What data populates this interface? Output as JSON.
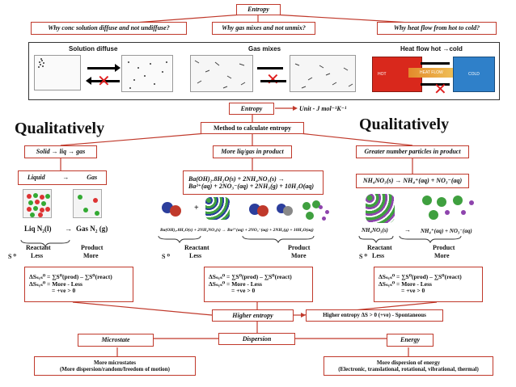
{
  "top": {
    "title": "Entropy",
    "q1": "Why conc solution diffuse and not undiffuse?",
    "q2": "Why gas mixes and not unmix?",
    "q3": "Why  heat flow from hot to cold?"
  },
  "panel": {
    "label1": "Solution diffuse",
    "label2": "Gas mixes",
    "label3": "Heat flow hot →cold",
    "hot": "HOT",
    "cold": "COLD",
    "heat_flow": "HEAT FLOW"
  },
  "unit_row": {
    "entropy": "Entropy",
    "unit": "Unit - J mol⁻¹K⁻¹"
  },
  "qual_left": "Qualitatively",
  "qual_right": "Qualitatively",
  "method": "Method to calculate entropy",
  "cols": {
    "c1_head": "Solid → liq → gas",
    "c2_head": "More liq/gas in product",
    "c3_head": "Greater number particles in product",
    "c1_eq_liquid": "Liquid",
    "c1_eq_arrow": "→",
    "c1_eq_gas": "Gas",
    "c2_eq_line1": "Ba(OH)₂.8H₂O(s) + 2NH₄NO₃(s) →",
    "c2_eq_line2": "Ba²⁺(aq) + 2NO₃⁻(aq) + 2NH₃(g) + 10H₂O(aq)",
    "c3_eq": "NH₄NO₃(s) → NH₄⁺(aq) + NO₃⁻(aq)",
    "c1_liq": "Liq N₂(l)",
    "c1_arrow": "→",
    "c1_gas": "Gas N₂ (g)",
    "c2_reaction": "Ba(OH)₂.8H₂O(s) + 2NH₄NO₃(s) → Ba²⁺(aq) + 2NO₃⁻(aq) + 2NH₃(g) + 10H₂O(aq)",
    "c3_left": "NH₄NO₃(s)",
    "c3_arrow": "→",
    "c3_right": "NH₄⁺(aq) + NO₃⁻(aq)",
    "plus": "+",
    "reactant": "Reactant",
    "product": "Product",
    "s0": "S ⁰",
    "less": "Less",
    "more": "More",
    "formula1": "ΔSₛᵧₛ⁰ = ∑S⁰(prod) – ∑S⁰(react)",
    "formula2": "ΔSₛᵧₛ⁰ =  More  - Less",
    "formula3": "= +ve > 0"
  },
  "higher": "Higher entropy",
  "higher_note": "Higher entropy  ΔS > 0 (+ve) - Spontaneous",
  "dispersion": "Dispersion",
  "microstate": "Microstate",
  "energy": "Energy",
  "micro_desc1": "More microstates",
  "micro_desc2": "(More dispersion/random/freedom of motion)",
  "energy_desc1": "More dispersion of energy",
  "energy_desc2": "(Electronic, translational, rotational, vibrational, thermal)",
  "colors": {
    "accent": "#c0392b",
    "hot": "#d9281c",
    "cold": "#2f80c9",
    "cross": "#e02020"
  }
}
